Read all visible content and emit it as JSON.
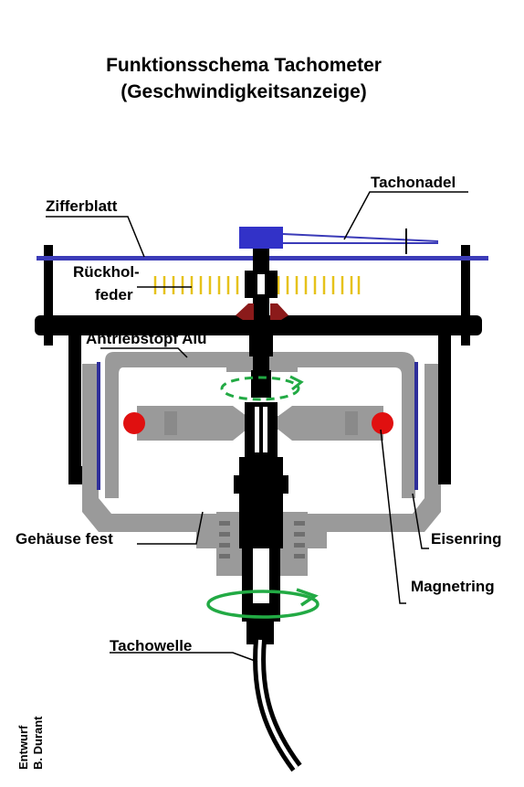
{
  "title": {
    "line1": "Funktionsschema Tachometer",
    "line2": "(Geschwindigkeitsanzeige)"
  },
  "labels": {
    "zifferblatt": "Zifferblatt",
    "tachonadel": "Tachonadel",
    "rueckhol_1": "Rückhol-",
    "rueckhol_2": "feder",
    "antriebstopf": "Antriebstopf Alu",
    "gehaeuse": "Gehäuse fest",
    "eisenring": "Eisenring",
    "magnetring": "Magnetring",
    "tachowelle": "Tachowelle"
  },
  "credit": {
    "line1": "Entwurf",
    "line2": "B. Durant"
  },
  "colors": {
    "housing": "#9a9a9a",
    "dial": "#3b3bb8",
    "needle_hub": "#3232c8",
    "spring": "#e6c21a",
    "magnet": "#e01010",
    "rotation_arrow": "#22aa44",
    "bearing": "#8b1a1a"
  }
}
